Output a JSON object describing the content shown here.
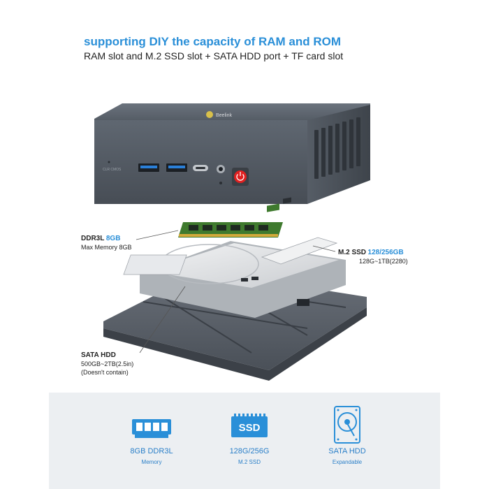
{
  "heading": {
    "title": "supporting DIY the capacity of RAM and ROM",
    "subtitle": "RAM slot and M.2 SSD slot + SATA HDD port + TF card slot"
  },
  "device": {
    "brand": "Beelink",
    "front_label": "CLR CMOS"
  },
  "callouts": {
    "ram": {
      "name": "DDR3L",
      "capacity": "8GB",
      "detail": "Max Memory 8GB"
    },
    "ssd": {
      "name": "M.2 SSD",
      "capacity": "128/256GB",
      "detail": "128G~1TB(2280)"
    },
    "hdd": {
      "name": "SATA HDD",
      "detail": "500GB~2TB(2.5in)",
      "note": "(Doesn't contain)"
    }
  },
  "features": [
    {
      "icon": "ram-icon",
      "title": "8GB DDR3L",
      "subtitle": "Memory"
    },
    {
      "icon": "ssd-icon",
      "title": "128G/256G",
      "subtitle": "M.2 SSD"
    },
    {
      "icon": "hdd-icon",
      "title": "SATA HDD",
      "subtitle": "Expandable"
    }
  ],
  "colors": {
    "accent": "#2a8fd8",
    "chassis": "#5c6470",
    "power_button": "#e02020",
    "pcb_green": "#3f7a2e",
    "band": "#eceff2"
  }
}
